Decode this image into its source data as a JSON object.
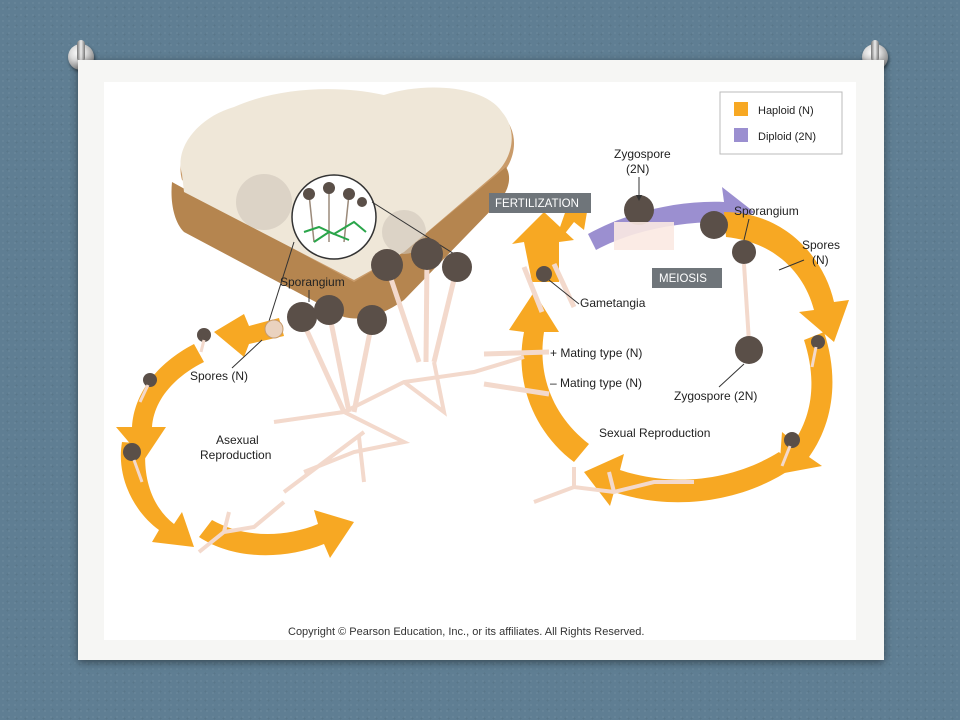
{
  "legend": {
    "items": [
      {
        "label": "Haploid (N)",
        "color": "#f7a823"
      },
      {
        "label": "Diploid (2N)",
        "color": "#9b8fd0"
      }
    ]
  },
  "process_labels": {
    "fertilization": "FERTILIZATION",
    "meiosis": "MEIOSIS"
  },
  "labels": {
    "zygospore_top_line1": "Zygospore",
    "zygospore_top_line2": "(2N)",
    "sporangium_right": "Sporangium",
    "spores_right_line1": "Spores",
    "spores_right_line2": "(N)",
    "gametangia": "Gametangia",
    "plus_mating": "+ Mating type (N)",
    "minus_mating": "– Mating type (N)",
    "zygospore_bottom": "Zygospore (2N)",
    "sexual": "Sexual Reproduction",
    "sporangium_left": "Sporangium",
    "spores_left": "Spores (N)",
    "asexual_line1": "Asexual",
    "asexual_line2": "Reproduction"
  },
  "copyright": "Copyright © Pearson Education, Inc., or its affiliates. All Rights Reserved.",
  "colors": {
    "haploid": "#f7a823",
    "diploid": "#9b8fd0",
    "hypha": "#f3d9cc",
    "sporangium": "#5a4f48",
    "bread_crust": "#c99b6a",
    "bread_top": "#efe7d8",
    "process_box": "#6f757a"
  }
}
